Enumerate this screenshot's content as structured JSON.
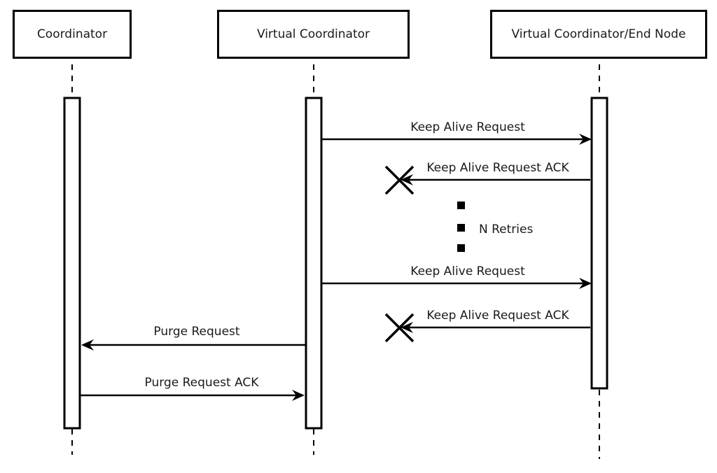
{
  "diagram": {
    "type": "sequence-diagram",
    "colors": {
      "line": "#000000",
      "text": "#1a1a1a",
      "background": "#ffffff"
    },
    "actors": [
      {
        "id": "coordinator",
        "label": "Coordinator"
      },
      {
        "id": "virtual-coordinator",
        "label": "Virtual Coordinator"
      },
      {
        "id": "virtual-coordinator-end-node",
        "label": "Virtual Coordinator/End Node"
      }
    ],
    "messages": [
      {
        "label": "Keep Alive Request",
        "from": "virtual-coordinator",
        "to": "virtual-coordinator-end-node",
        "lost": false
      },
      {
        "label": "Keep Alive Request ACK",
        "from": "virtual-coordinator-end-node",
        "to": "virtual-coordinator",
        "lost": true
      },
      {
        "label": "Keep Alive Request",
        "from": "virtual-coordinator",
        "to": "virtual-coordinator-end-node",
        "lost": false
      },
      {
        "label": "Keep Alive Request ACK",
        "from": "virtual-coordinator-end-node",
        "to": "virtual-coordinator",
        "lost": true
      },
      {
        "label": "Purge Request",
        "from": "virtual-coordinator",
        "to": "coordinator",
        "lost": false
      },
      {
        "label": "Purge Request ACK",
        "from": "coordinator",
        "to": "virtual-coordinator",
        "lost": false
      }
    ],
    "annotations": [
      {
        "label": "N Retries"
      }
    ]
  }
}
